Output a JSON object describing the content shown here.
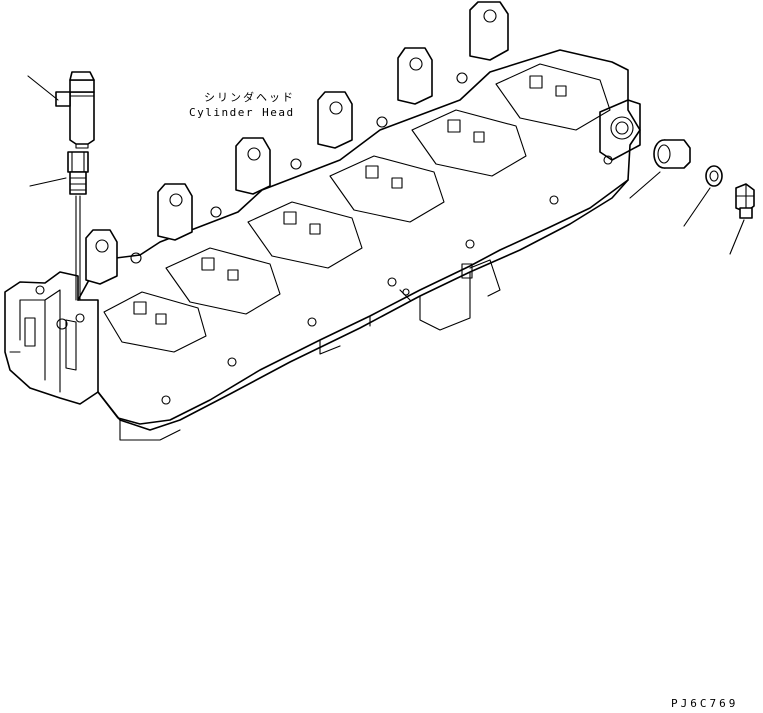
{
  "labels": {
    "japanese": "シリンダヘッド",
    "english": "Cylinder Head",
    "code": "PJ6C769"
  },
  "parts": [
    {
      "name": "elbow-fitting",
      "icon": "elbow-fitting-icon"
    },
    {
      "name": "adapter-fitting",
      "icon": "adapter-fitting-icon"
    },
    {
      "name": "plug-large",
      "icon": "plug-icon"
    },
    {
      "name": "washer",
      "icon": "washer-icon"
    },
    {
      "name": "plug-small",
      "icon": "plug-icon"
    }
  ]
}
